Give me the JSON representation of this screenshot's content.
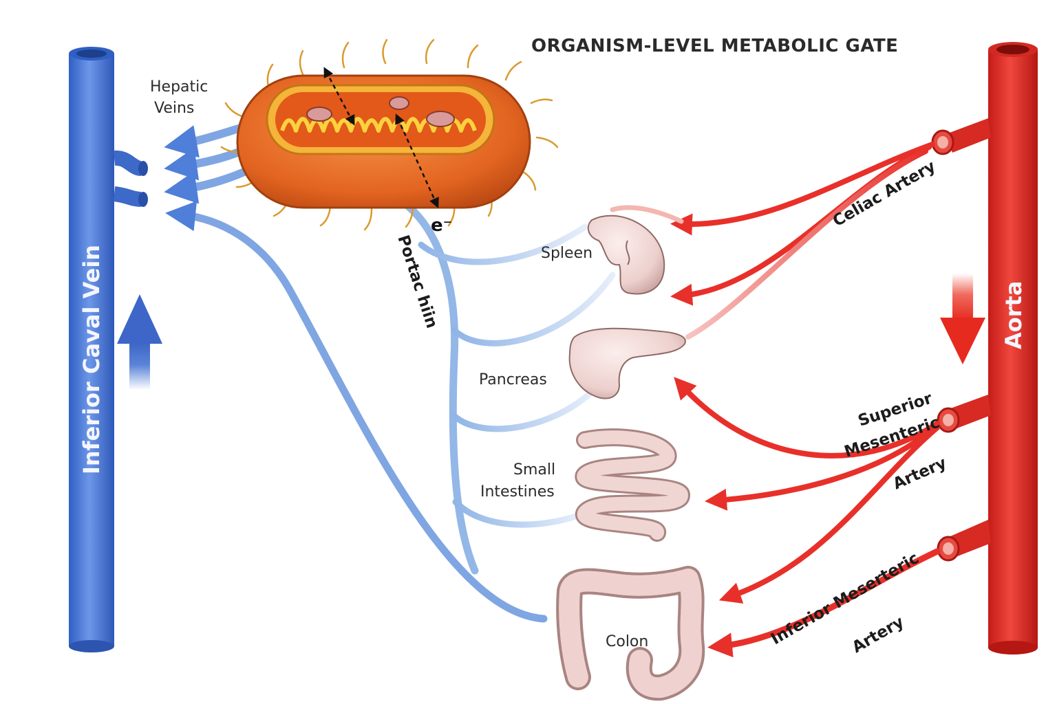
{
  "title": "ORGANISM-LEVEL METABOLIC GATE",
  "vessels": {
    "vein": "Inferior Caval Vein",
    "aorta": "Aorta",
    "hepatic_veins_line1": "Hepatic",
    "hepatic_veins_line2": "Veins",
    "portal_vein": "Portac hiin"
  },
  "electron_label": "e⁻",
  "organs": {
    "spleen": "Spleen",
    "pancreas": "Pancreas",
    "small_intestines_line1": "Small",
    "small_intestines_line2": "Intestines",
    "colon": "Colon"
  },
  "arteries": {
    "celiac": "Celiac Artery",
    "superior_line1": "Superior",
    "superior_line2": "Mesenteric",
    "superior_line3": "Artery",
    "inferior_line1": "Inferior Meserteric",
    "inferior_line2": "Artery"
  },
  "colors": {
    "vein_blue": "#3f6fd1",
    "portal_blue": "#8fb4e6",
    "artery_red": "#e8302a",
    "cell_orange": "#e8661e",
    "organ_pink": "#eed3d0"
  }
}
